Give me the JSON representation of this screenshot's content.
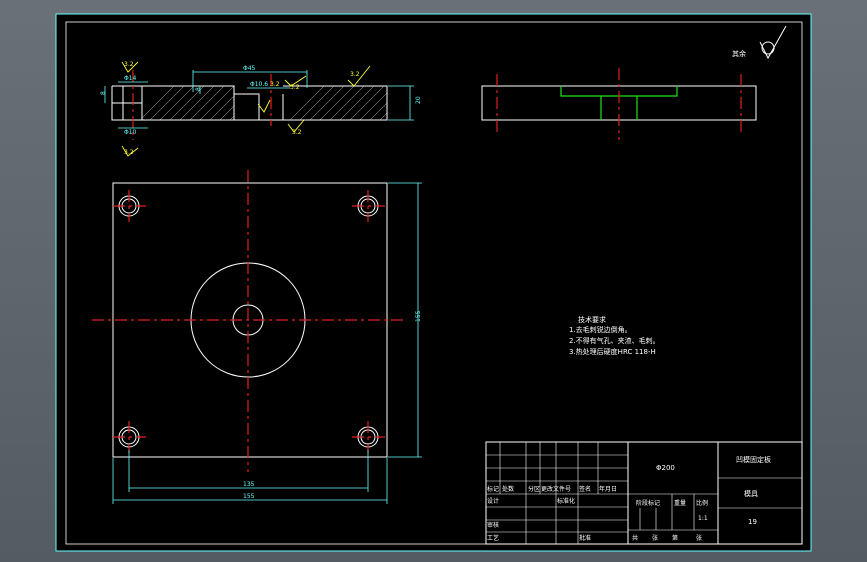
{
  "drawing": {
    "roughness_note": "其余",
    "section_dims": {
      "top_length": "Φ45",
      "center_bore": "Φ10.6",
      "left_bore_top": "Φ14",
      "left_bore_bottom": "Φ10",
      "height": "20",
      "left_depth": "8",
      "recess_depth": "8",
      "ra_top_right": "3.2",
      "ra_recess": "3.2",
      "ra_left_top": "3.2",
      "ra_left_bottom": "3.2",
      "ra_center": "3.2",
      "ra_bottom": "3.2"
    },
    "plan_dims": {
      "inner_width": "135",
      "outer_width": "155",
      "height": "155"
    },
    "tech_notes": {
      "title": "技术要求",
      "line1": "1.去毛刺锐边倒角。",
      "line2": "2.不得有气孔、夹渣、毛刺。",
      "line3": "3.热处理后硬度HRC 118-H"
    },
    "title_block": {
      "part_name": "凹模固定板",
      "material": "Φ200",
      "company": "模具",
      "row_labels": [
        "标记",
        "处数",
        "分区",
        "更改文件号",
        "签名",
        "年月日"
      ],
      "designer_label": "设计",
      "designer_name": "标准化",
      "checker_label": "审核",
      "process_label": "工艺",
      "approve_label": "批准",
      "stage_label": "阶段标记",
      "weight_label": "重量",
      "scale_label": "比例",
      "scale_value": "1:1",
      "sheet_total": "共",
      "sheet_unit": "张",
      "sheet_index": "第",
      "sheet_unit2": "张",
      "drawing_no": "19"
    }
  }
}
